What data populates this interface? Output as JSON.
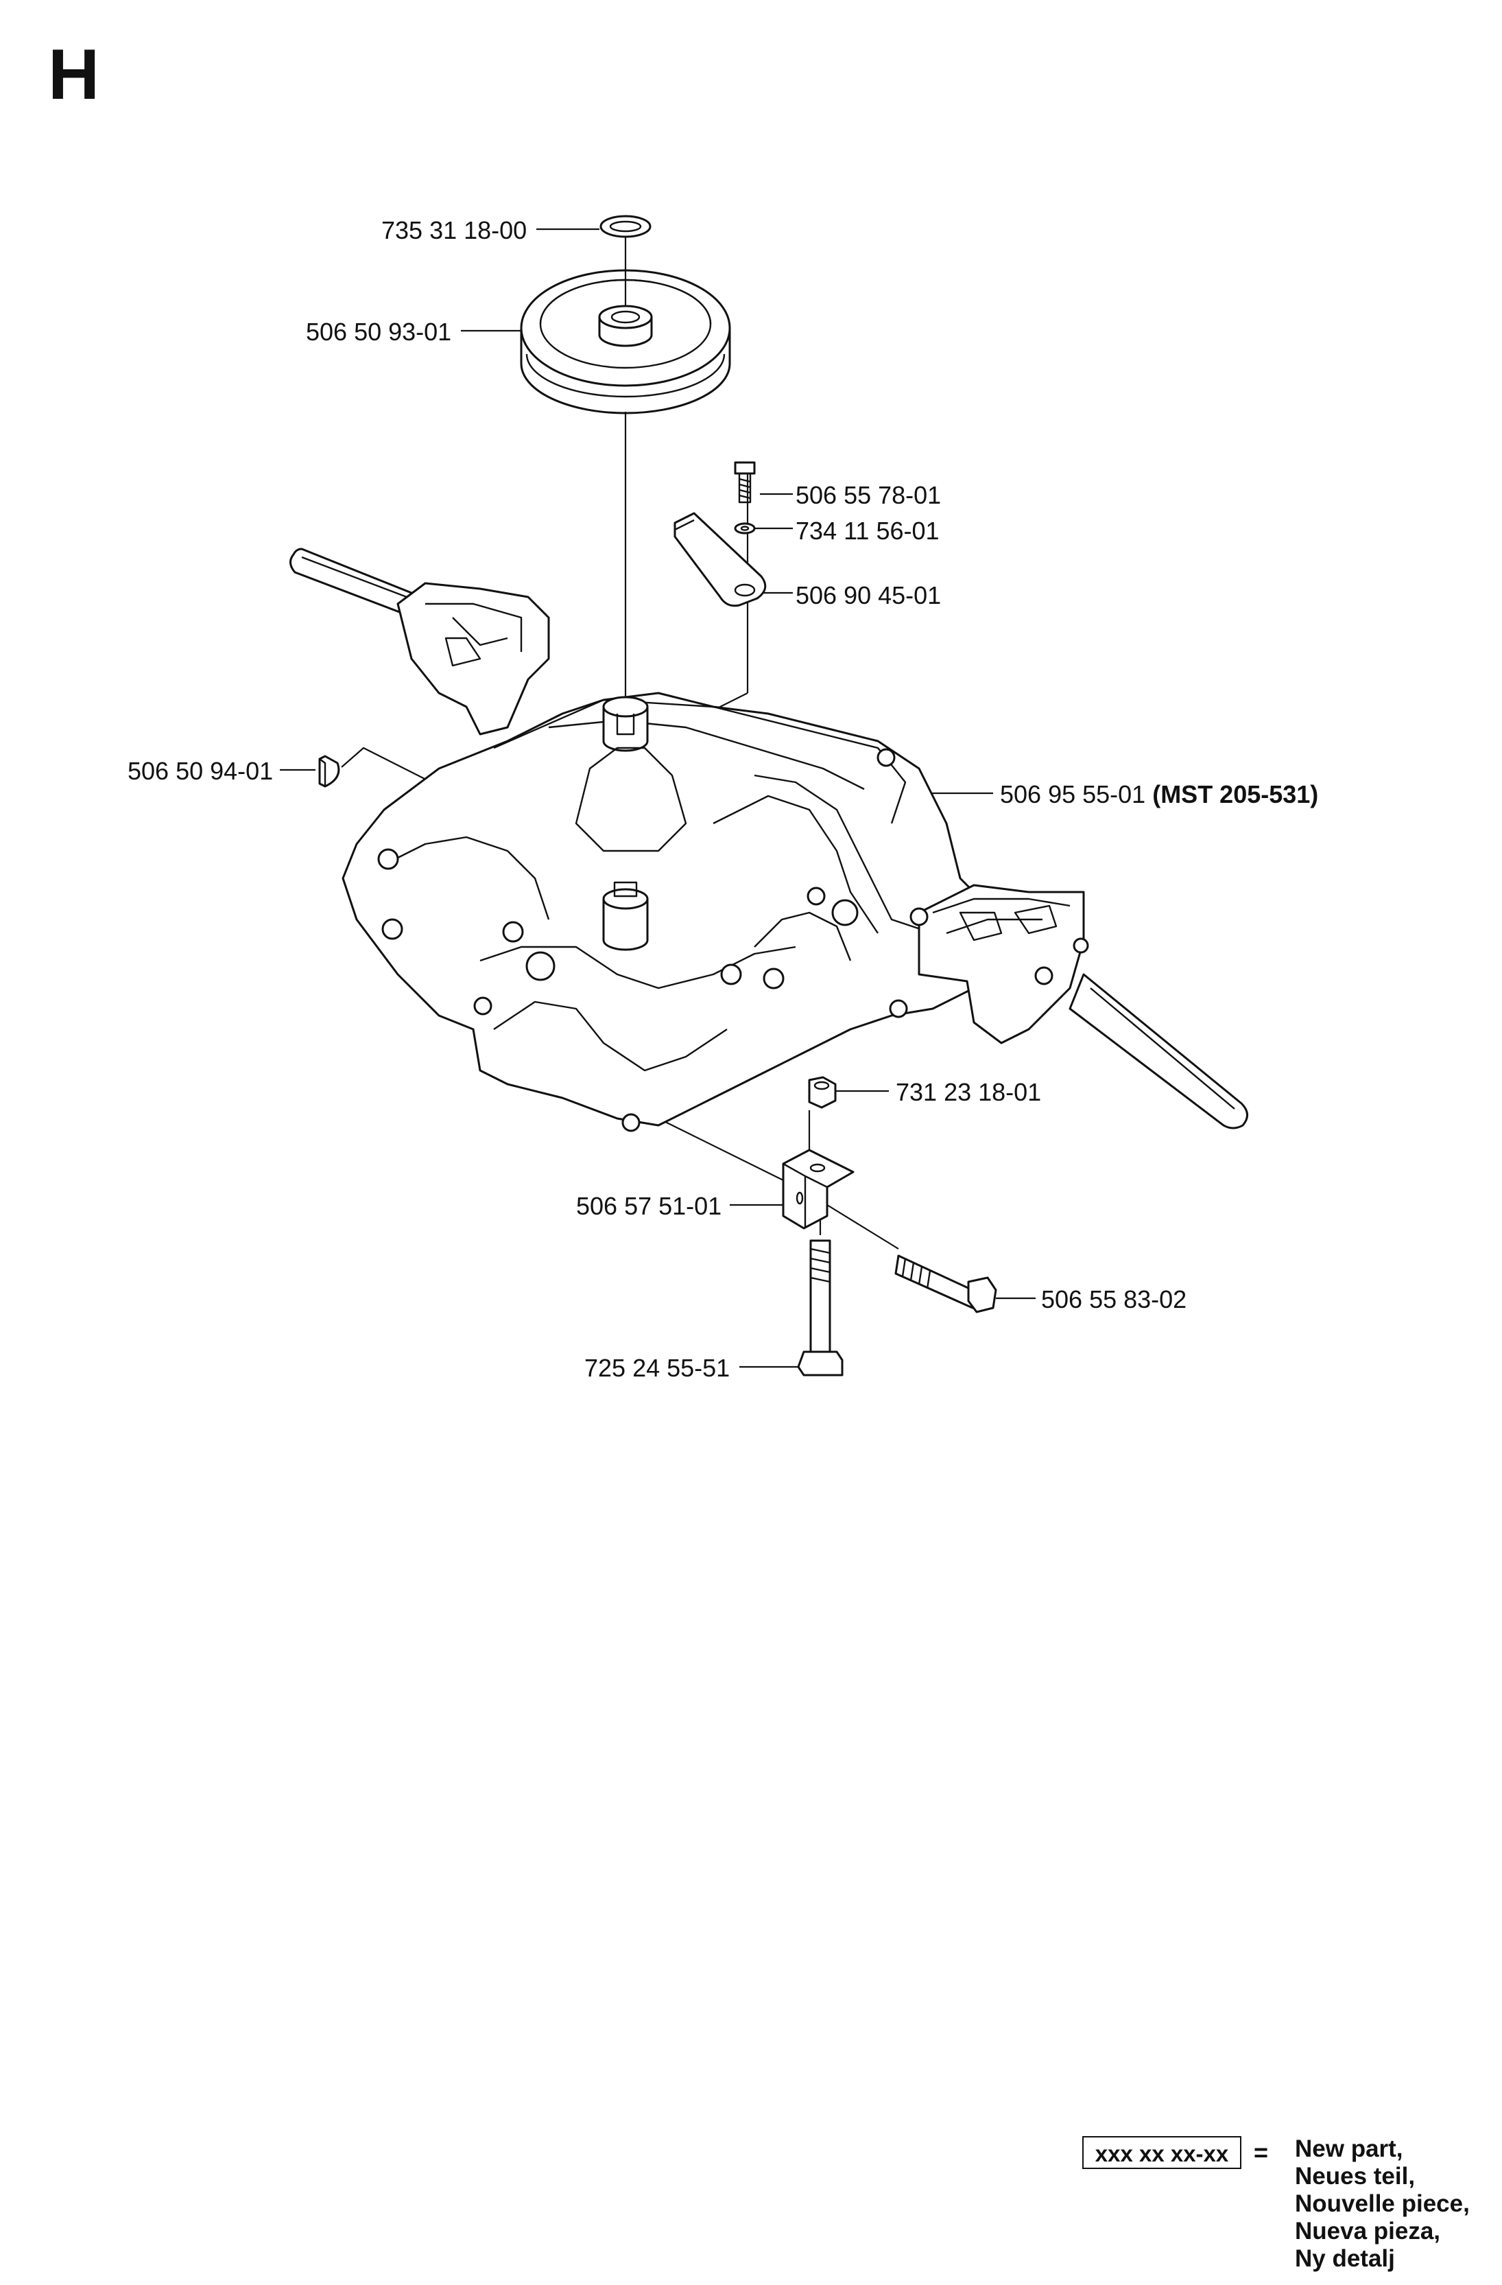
{
  "section": "H",
  "part_numbers": {
    "circlip": "735 31 18-00",
    "pulley": "506 50 93-01",
    "bolt_small": "506 55 78-01",
    "washer": "734 11 56-01",
    "bracket_arm": "506 90 45-01",
    "key": "506 50 94-01",
    "transaxle": "506 95 55-01",
    "transaxle_note": "(MST 205-531)",
    "nut": "731 23 18-01",
    "angle_bracket": "506 57 51-01",
    "bolt_long": "506 55 83-02",
    "bolt_vertical": "725 24 55-51"
  },
  "legend": {
    "sample": "xxx xx xx-xx",
    "equals": "=",
    "lines": [
      "New part,",
      "Neues teil,",
      "Nouvelle piece,",
      "Nueva pieza,",
      "Ny detalj"
    ]
  }
}
